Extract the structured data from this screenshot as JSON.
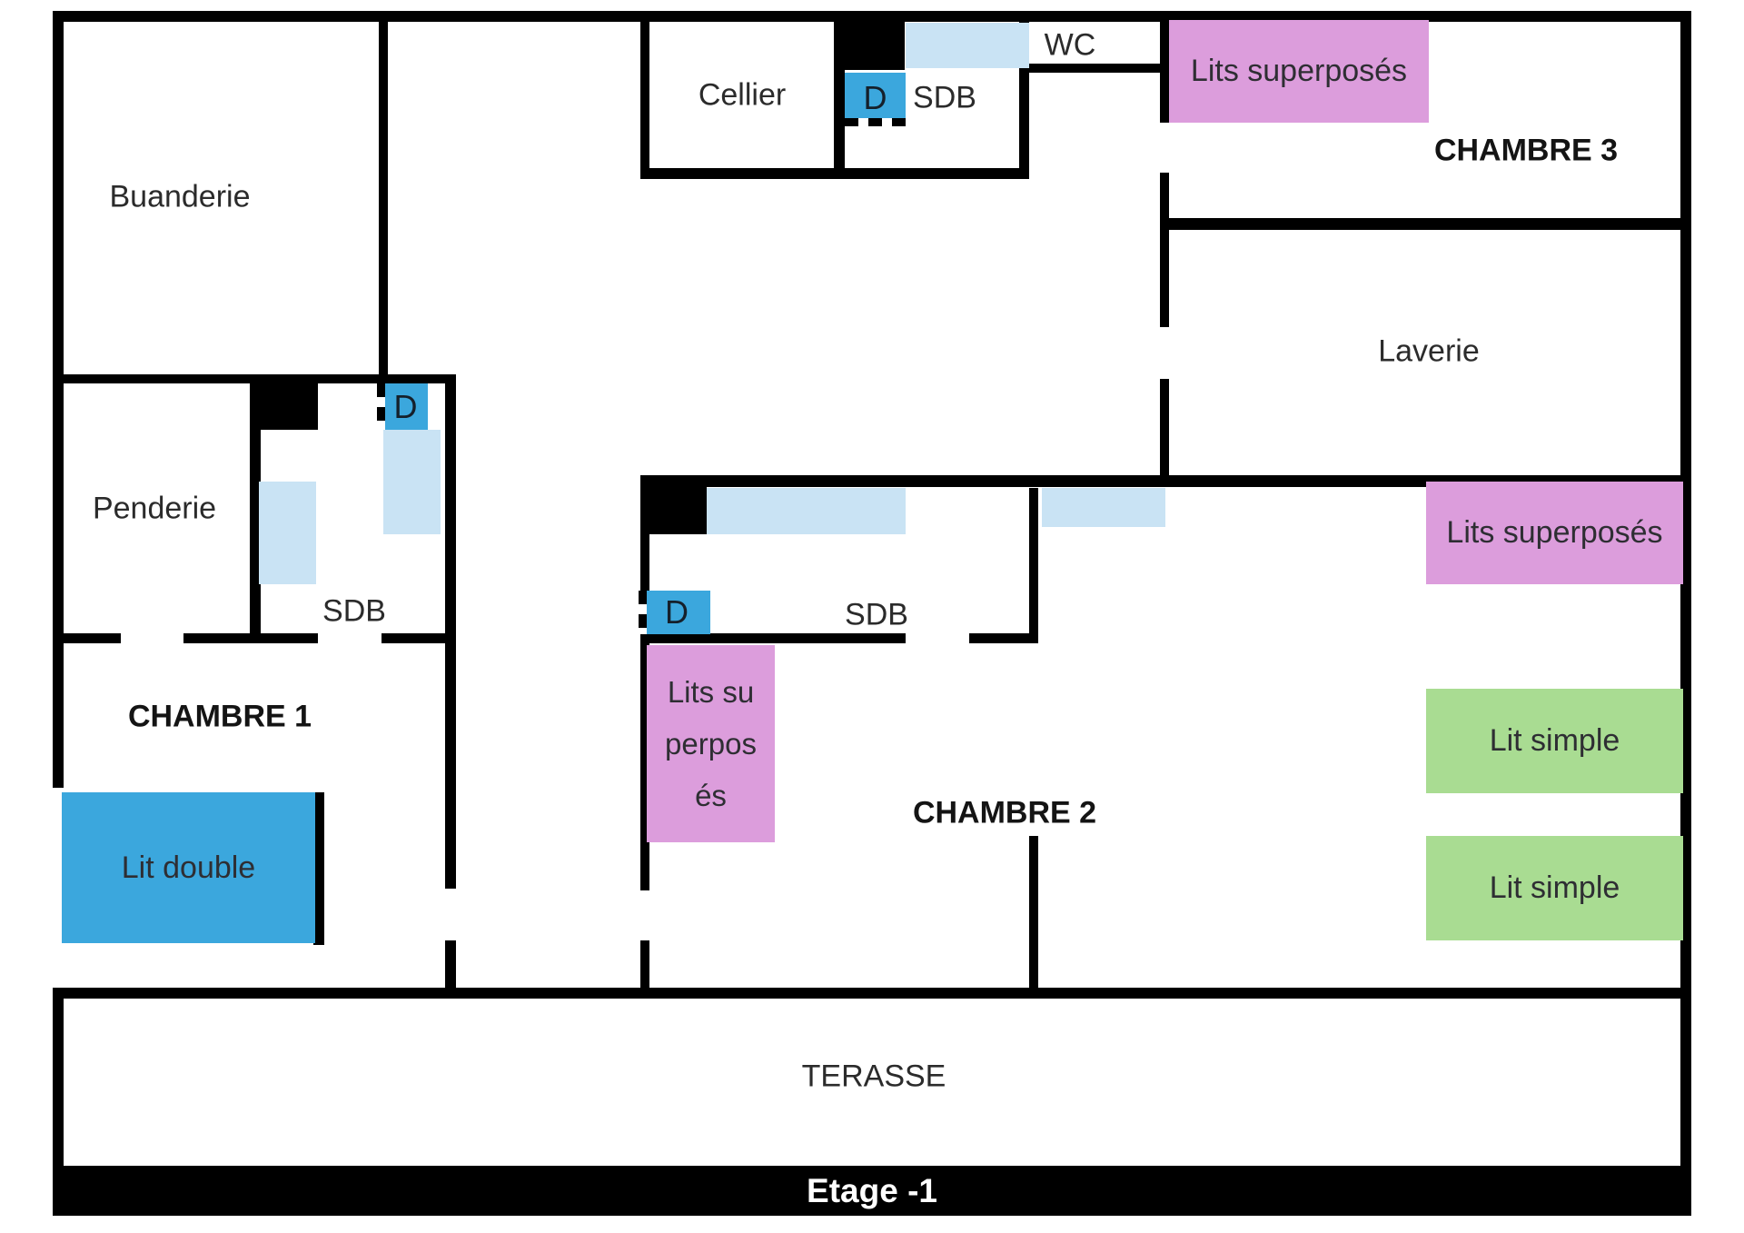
{
  "title": "Etage -1",
  "colors": {
    "wall": "#000000",
    "black_fixture": "#000000",
    "shower": "#3BA7DD",
    "fixture": "#C9E3F4",
    "bunk": "#DC9DDC",
    "single": "#A9DC92",
    "double": "#3BA7DD"
  },
  "rooms": {
    "buanderie": "Buanderie",
    "cellier": "Cellier",
    "sdb_top": "SDB",
    "wc": "WC",
    "chambre3": "CHAMBRE 3",
    "laverie": "Laverie",
    "penderie": "Penderie",
    "sdb_left": "SDB",
    "chambre1": "CHAMBRE 1",
    "sdb_middle": "SDB",
    "chambre2": "CHAMBRE 2",
    "terasse": "TERASSE"
  },
  "furniture": {
    "lit_double": "Lit double",
    "bunk_top": "Lits superposés",
    "bunk_middle": "Lits superposés",
    "bunk_right": "Lits superposés",
    "single_1": "Lit simple",
    "single_2": "Lit simple"
  },
  "doors": {
    "d1": "D",
    "d2": "D",
    "d3": "D"
  },
  "floor_label": "Etage -1"
}
